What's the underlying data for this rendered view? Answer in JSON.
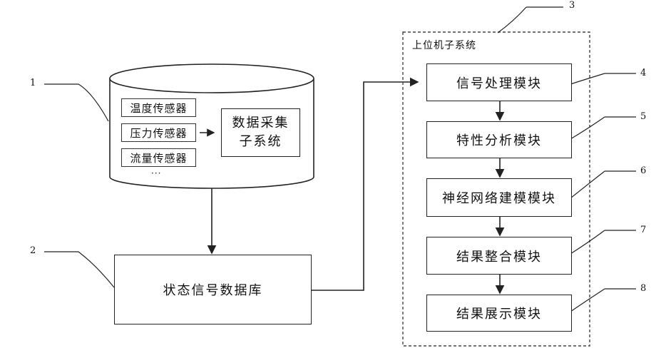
{
  "refs": [
    "1",
    "2",
    "3",
    "4",
    "5",
    "6",
    "7",
    "8"
  ],
  "sensors": [
    "温度传感器",
    "压力传感器",
    "流量传感器"
  ],
  "sensor_ellipsis": "···",
  "daq": {
    "line1": "数据采集",
    "line2": "子系统"
  },
  "database": "状态信号数据库",
  "upper_system": {
    "title": "上位机子系统",
    "modules": [
      "信号处理模块",
      "特性分析模块",
      "神经网络建模模块",
      "结果整合模块",
      "结果展示模块"
    ]
  }
}
